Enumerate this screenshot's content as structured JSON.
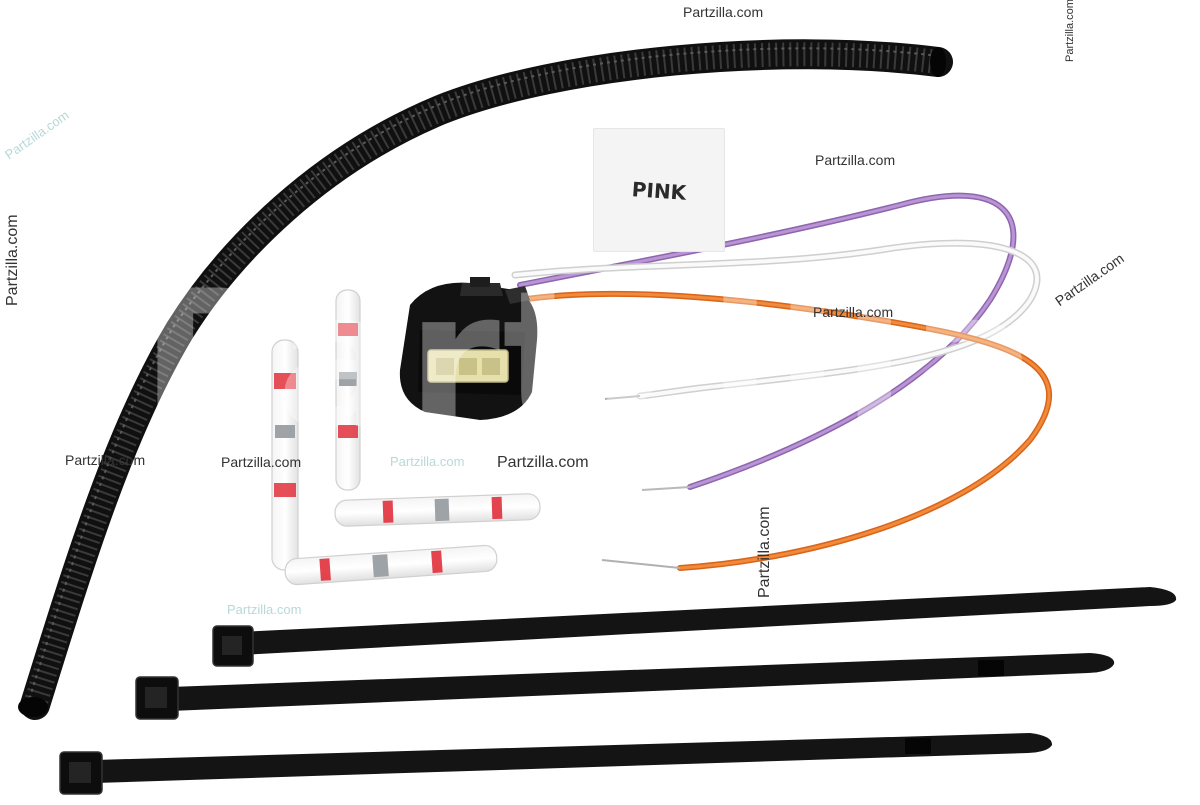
{
  "label": {
    "text": "PINK"
  },
  "watermarks": {
    "w1": "Partzilla.com",
    "w2": "Partzilla.com",
    "w3": "Partzilla.com",
    "w4": "Partzilla.com",
    "w5": "Partzilla.com",
    "w6": "Partzilla.com",
    "w7": "Partzilla.com",
    "w8": "Partzilla.com",
    "w9": "Partzilla.com",
    "w10": "Partzilla.com",
    "w11": "Partzilla.com",
    "w12": "Partzilla.com",
    "w13": "Partzilla.com",
    "big": "Partzilla"
  },
  "colors": {
    "background": "#ffffff",
    "conduit": "#1a1a1a",
    "connector": "#111111",
    "connector_face": "#e8e2b0",
    "wire_purple": "#a77cc4",
    "wire_white": "#f1f1f1",
    "wire_orange": "#ee7a22",
    "splice_band": "#e0303a",
    "solder_ring": "#9aa0a6",
    "cable_tie": "#141414"
  }
}
